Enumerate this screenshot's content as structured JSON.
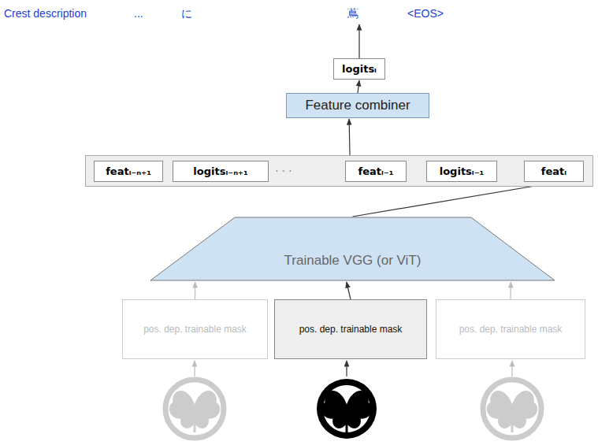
{
  "diagram": {
    "nodes": [
      {
        "text": [
          "logitsᵢ"
        ]
      },
      {
        "text": [
          "Feature combiner"
        ]
      },
      {
        "text": [
          "· · ·"
        ]
      },
      {
        "text": [
          "featᵢ₋ₙ₊₁"
        ],
        "in": 2
      },
      {
        "text": [
          "logitsᵢ₋ₙ₊₁"
        ],
        "in": 2
      },
      {
        "text": [
          "featᵢ₋₁"
        ],
        "in": 2
      },
      {
        "text": [
          "logitsᵢ₋₁"
        ],
        "in": 2
      },
      {
        "text": [
          "featᵢ"
        ],
        "in": 2
      },
      {
        "text": [
          "Trainable VGG (or ViT)"
        ]
      },
      {
        "text": [
          "pos. dep. trainable mask"
        ]
      },
      {
        "text": [
          "pos. dep. trainable mask"
        ]
      },
      {
        "text": [
          "pos. dep. trainable mask"
        ]
      }
    ],
    "edges": [
      {
        "from": 1,
        "to": 0,
        "arrow": "to"
      },
      {
        "from": 2,
        "to": 1,
        "arrow": "to"
      },
      {
        "from": 8,
        "to": 7,
        "arrow": "to"
      },
      {
        "from": 9,
        "to": 8,
        "arrow": "to"
      },
      {
        "from": 10,
        "to": 8,
        "arrow": "to"
      },
      {
        "from": 11,
        "to": 8,
        "arrow": "to"
      }
    ],
    "labels": [
      "Crest description",
      "...",
      "に",
      "蔦",
      "<EOS>"
    ]
  }
}
